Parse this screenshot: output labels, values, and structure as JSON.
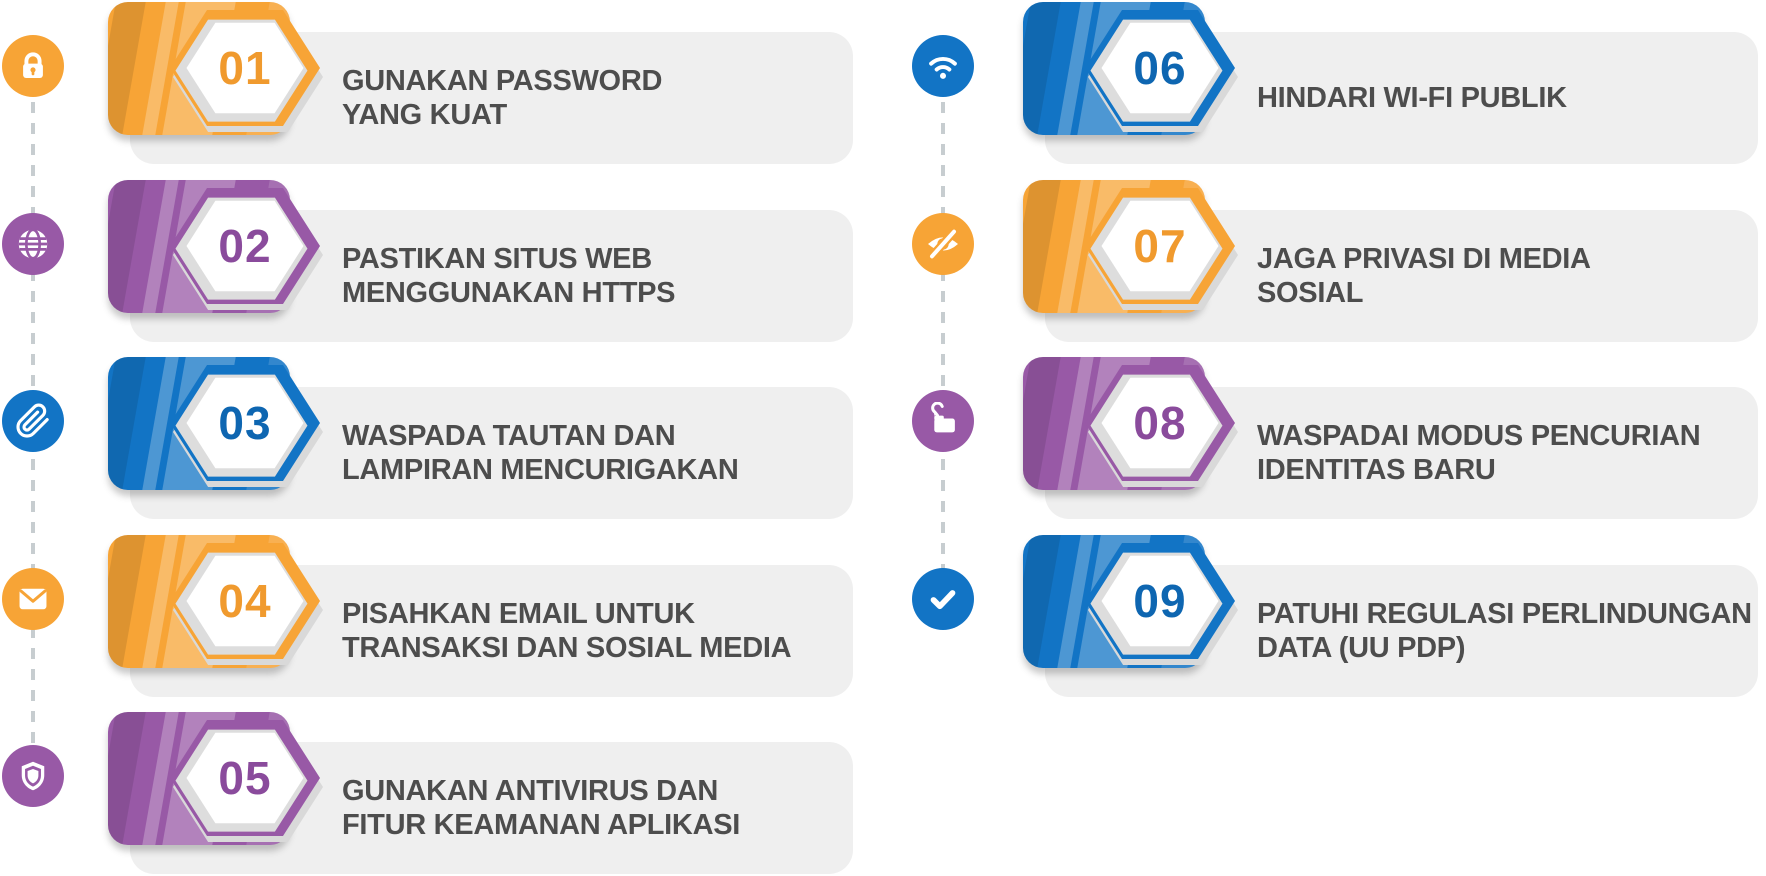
{
  "colors": {
    "orange": "#F7A436",
    "orange-num": "#F09A2E",
    "purple": "#9859A6",
    "purple-num": "#8A4B9C",
    "blue": "#1274C5",
    "blue-num": "#0E66B1",
    "panel": "#EFEFEF",
    "text": "#4D4D4D",
    "hex-shadow": "#D9D9D9",
    "hex-shadow2": "#DDDDDD",
    "dash": "#C7CDD0",
    "bg": "#FFFFFF"
  },
  "items": [
    {
      "number": "01",
      "color": "orange",
      "icon": "lock-icon",
      "title": "GUNAKAN PASSWORD YANG KUAT",
      "lines": [
        "GUNAKAN PASSWORD",
        "YANG KUAT"
      ]
    },
    {
      "number": "02",
      "color": "purple",
      "icon": "globe-icon",
      "title": "PASTIKAN SITUS WEB MENGGUNAKAN HTTPS",
      "lines": [
        "PASTIKAN SITUS WEB",
        "MENGGUNAKAN HTTPS"
      ]
    },
    {
      "number": "03",
      "color": "blue",
      "icon": "paperclip-icon",
      "title": "WASPADA TAUTAN DAN LAMPIRAN MENCURIGAKAN",
      "lines": [
        "WASPADA TAUTAN DAN",
        "LAMPIRAN MENCURIGAKAN"
      ]
    },
    {
      "number": "04",
      "color": "orange",
      "icon": "envelope-icon",
      "title": "PISAHKAN EMAIL UNTUK TRANSAKSI DAN SOSIAL MEDIA",
      "lines": [
        "PISAHKAN EMAIL UNTUK",
        "TRANSAKSI DAN SOSIAL MEDIA"
      ]
    },
    {
      "number": "05",
      "color": "purple",
      "icon": "shield-icon",
      "title": "GUNAKAN ANTIVIRUS DAN FITUR KEAMANAN APLIKASI",
      "lines": [
        "GUNAKAN ANTIVIRUS DAN",
        "FITUR KEAMANAN APLIKASI"
      ]
    },
    {
      "number": "06",
      "color": "blue",
      "icon": "wifi-icon",
      "title": "HINDARI WI-FI PUBLIK",
      "lines": [
        "HINDARI WI-FI PUBLIK"
      ]
    },
    {
      "number": "07",
      "color": "orange",
      "icon": "eye-slash-icon",
      "title": "JAGA PRIVASI DI MEDIA SOSIAL",
      "lines": [
        "JAGA PRIVASI DI MEDIA",
        "SOSIAL"
      ]
    },
    {
      "number": "08",
      "color": "purple",
      "icon": "phishing-hook-icon",
      "title": "WASPADAI MODUS PENCURIAN IDENTITAS BARU",
      "lines": [
        "WASPADAI MODUS PENCURIAN",
        "IDENTITAS BARU"
      ]
    },
    {
      "number": "09",
      "color": "blue",
      "icon": "check-icon",
      "title": "PATUHI REGULASI PERLINDUNGAN DATA (UU PDP)",
      "lines": [
        "PATUHI REGULASI PERLINDUNGAN",
        "DATA (UU PDP)"
      ]
    }
  ]
}
